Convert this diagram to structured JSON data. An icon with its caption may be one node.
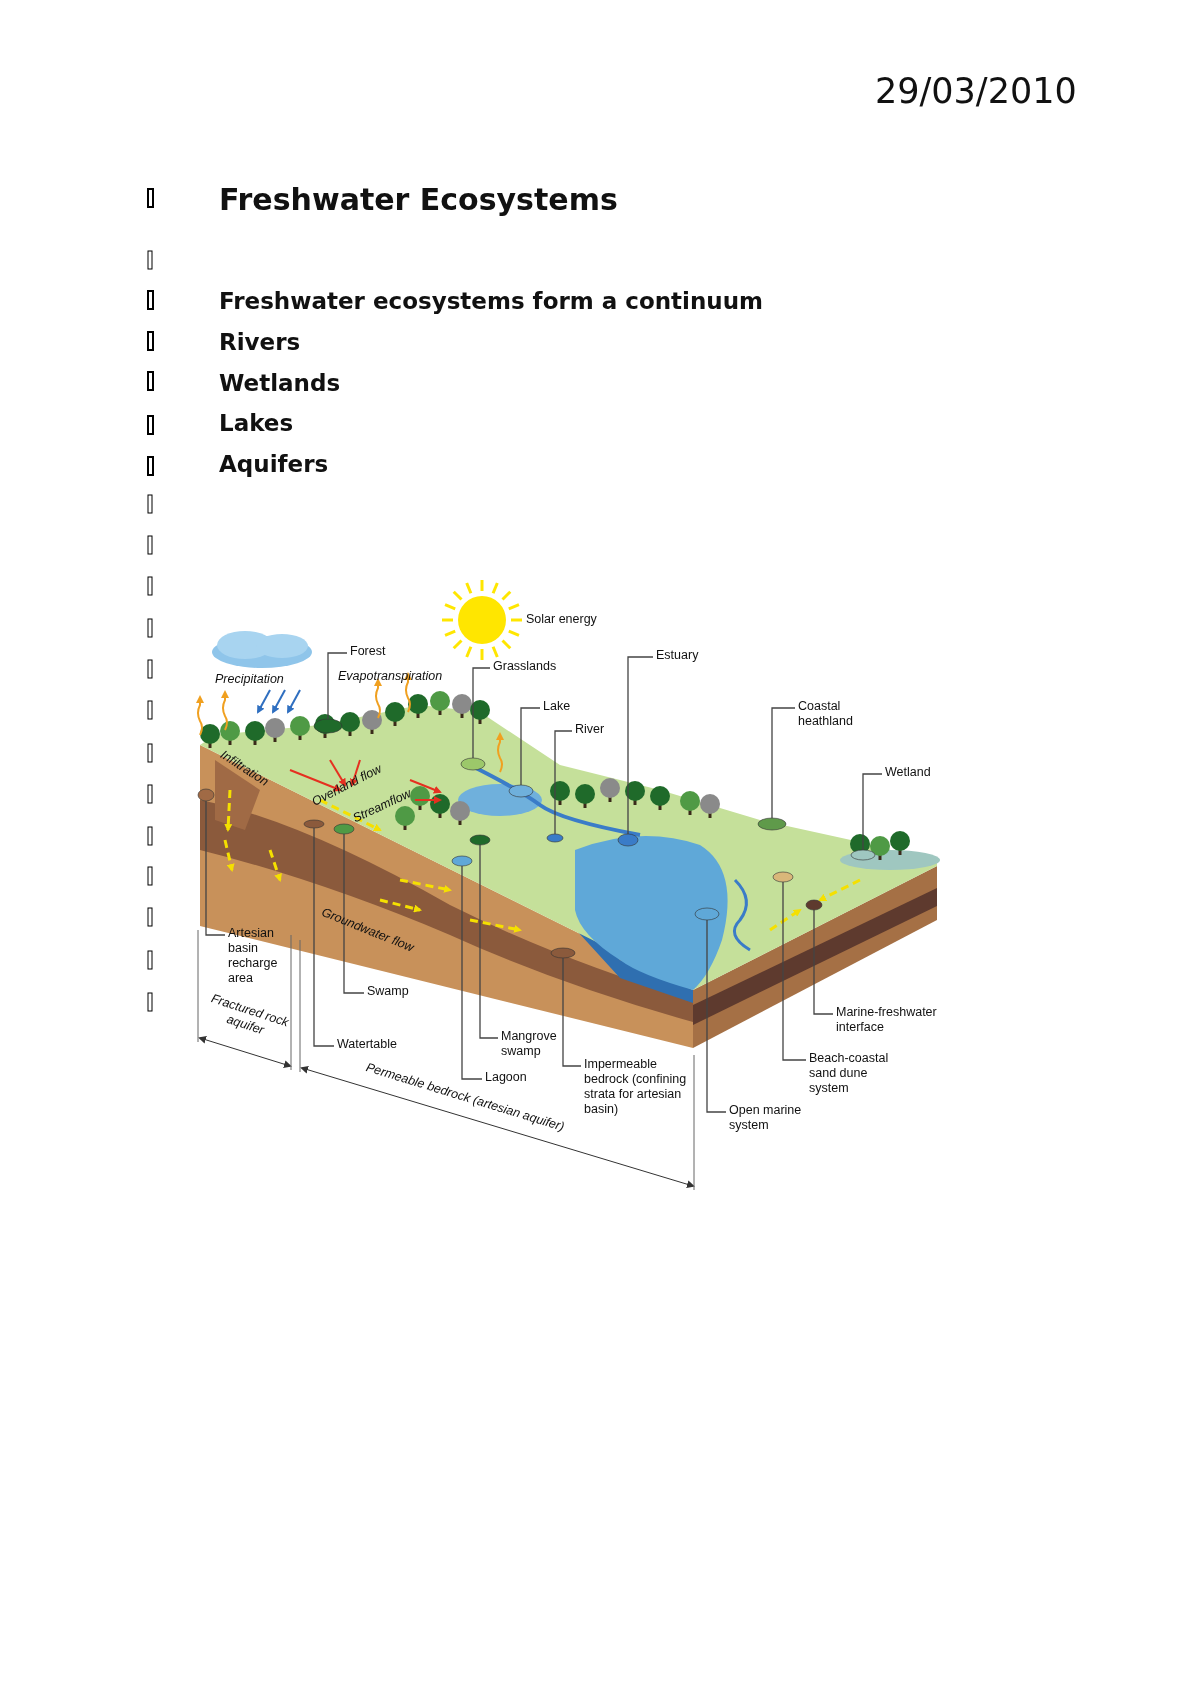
{
  "diagram": {
    "title": "Freshwater Ecosystems",
    "nodes": [
      {
        "text": [
          "Forest"
        ]
      },
      {
        "text": [
          "Grasslands"
        ]
      },
      {
        "text": [
          "Estuary"
        ]
      },
      {
        "text": [
          "Lake"
        ]
      },
      {
        "text": [
          "Coastal heathland"
        ]
      },
      {
        "text": [
          "River"
        ]
      },
      {
        "text": [
          "Wetland"
        ]
      },
      {
        "text": [
          "Artesian basin recharge area"
        ]
      },
      {
        "text": [
          "Swamp"
        ]
      },
      {
        "text": [
          "Mangrove swamp"
        ]
      },
      {
        "text": [
          "Marine-freshwater interface"
        ]
      },
      {
        "text": [
          "Watertable"
        ]
      },
      {
        "text": [
          "Beach-coastal sand dune system"
        ]
      },
      {
        "text": [
          "Impermeable bedrock (confining strata for artesian basin)"
        ]
      },
      {
        "text": [
          "Lagoon"
        ]
      },
      {
        "text": [
          "Open marine system"
        ]
      },
      {
        "text": [],
        "shape": "circle"
      },
      {
        "text": [],
        "shape": "circle"
      },
      {
        "text": [],
        "shape": "circle"
      },
      {
        "text": [],
        "shape": "circle"
      },
      {
        "text": [],
        "shape": "circle"
      },
      {
        "text": [],
        "shape": "circle"
      },
      {
        "text": [],
        "shape": "circle"
      },
      {
        "text": [],
        "shape": "circle"
      },
      {
        "text": [],
        "shape": "circle"
      },
      {
        "text": [],
        "shape": "circle"
      },
      {
        "text": [],
        "shape": "circle"
      },
      {
        "text": [],
        "shape": "circle"
      },
      {
        "text": [],
        "shape": "circle"
      },
      {
        "text": [],
        "shape": "circle"
      },
      {
        "text": [],
        "shape": "circle"
      },
      {
        "text": [],
        "shape": "circle"
      }
    ],
    "edges": [
      {
        "from": 0,
        "to": 16,
        "arrow": "none"
      },
      {
        "from": 1,
        "to": 17,
        "arrow": "none"
      },
      {
        "from": 2,
        "to": 18,
        "arrow": "none"
      },
      {
        "from": 3,
        "to": 19,
        "arrow": "none"
      },
      {
        "from": 4,
        "to": 20,
        "arrow": "none"
      },
      {
        "from": 5,
        "to": 21,
        "arrow": "none"
      },
      {
        "from": 6,
        "to": 22,
        "arrow": "none"
      },
      {
        "from": 7,
        "to": 23,
        "arrow": "none"
      },
      {
        "from": 8,
        "to": 24,
        "arrow": "none"
      },
      {
        "from": 9,
        "to": 25,
        "arrow": "none"
      },
      {
        "from": 10,
        "to": 26,
        "arrow": "none"
      },
      {
        "from": 11,
        "to": 27,
        "arrow": "none"
      },
      {
        "from": 12,
        "to": 28,
        "arrow": "none"
      },
      {
        "from": 13,
        "to": 29,
        "arrow": "none"
      },
      {
        "from": 14,
        "to": 30,
        "arrow": "none"
      },
      {
        "from": 15,
        "to": 31,
        "arrow": "none"
      }
    ],
    "labels": [
      "29/03/2010",
      "Freshwater ecosystems form a continuum",
      "Rivers",
      "Wetlands",
      "Lakes",
      "Aquifers",
      "Solar energy",
      "Precipitation",
      "Evapotranspiration",
      "Infiltration",
      "Overland flow",
      "Streamflow",
      "Groundwater flow",
      "Fractured rock aquifer",
      "Permeable bedrock (artesian aquifer)"
    ]
  }
}
